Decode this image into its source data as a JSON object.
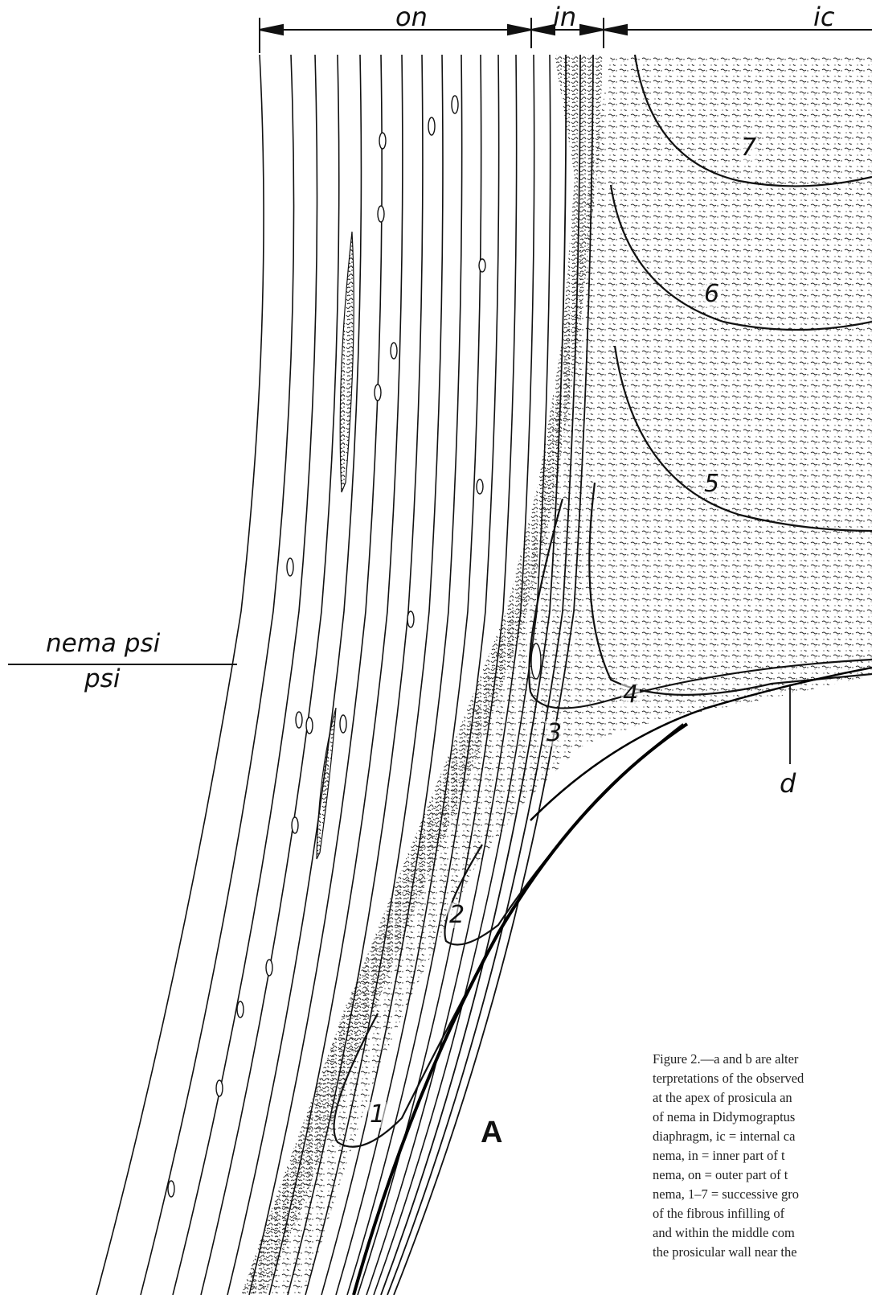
{
  "labels": {
    "on": "on",
    "in": "in",
    "ic": "ic",
    "nema_psi": "nema psi",
    "psi": "psi",
    "d": "d",
    "panel": "A"
  },
  "stages": [
    "1",
    "2",
    "3",
    "4",
    "5",
    "6",
    "7"
  ],
  "caption": {
    "lines": [
      "Figure 2.—a and b are alter",
      "terpretations of the observed",
      "at the apex of prosicula an",
      "of nema in Didymograptus",
      "diaphragm, ic = internal ca",
      "nema, in = inner part of t",
      "nema, on = outer part of t",
      "nema, 1–7 = successive gro",
      "of the fibrous infilling of",
      "and within the middle com",
      "the prosicular wall near the"
    ]
  }
}
